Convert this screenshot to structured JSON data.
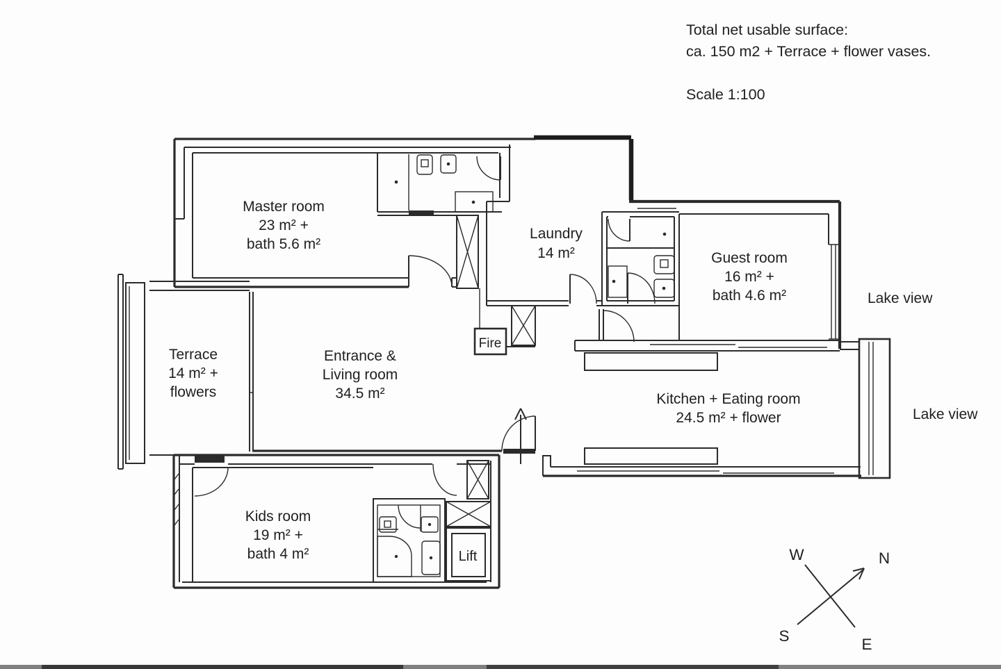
{
  "header": {
    "line1": "Total net usable surface:",
    "line2": "ca. 150 m2 + Terrace + flower vases.",
    "line3": "Scale 1:100"
  },
  "rooms": {
    "master": {
      "lines": [
        "Master room",
        "23 m² +",
        "bath 5.6 m²"
      ]
    },
    "laundry": {
      "lines": [
        "Laundry",
        "14 m²"
      ]
    },
    "guest": {
      "lines": [
        "Guest room",
        "16 m² +",
        "bath 4.6 m²"
      ]
    },
    "terrace": {
      "lines": [
        "Terrace",
        "14 m² +",
        "flowers"
      ]
    },
    "living": {
      "lines": [
        "Entrance &",
        "Living room",
        "34.5 m²"
      ]
    },
    "kitchen": {
      "lines": [
        "Kitchen + Eating room",
        "24.5 m² + flower"
      ]
    },
    "kids": {
      "lines": [
        "Kids room",
        "19 m² +",
        "bath 4 m²"
      ]
    }
  },
  "labels": {
    "fire": "Fire",
    "lift": "Lift",
    "lake_view_upper": "Lake view",
    "lake_view_lower": "Lake view"
  },
  "compass": {
    "w": "W",
    "n": "N",
    "s": "S",
    "e": "E"
  },
  "colors": {
    "line": "#2b2b2b",
    "background": "#fdfdfd"
  }
}
